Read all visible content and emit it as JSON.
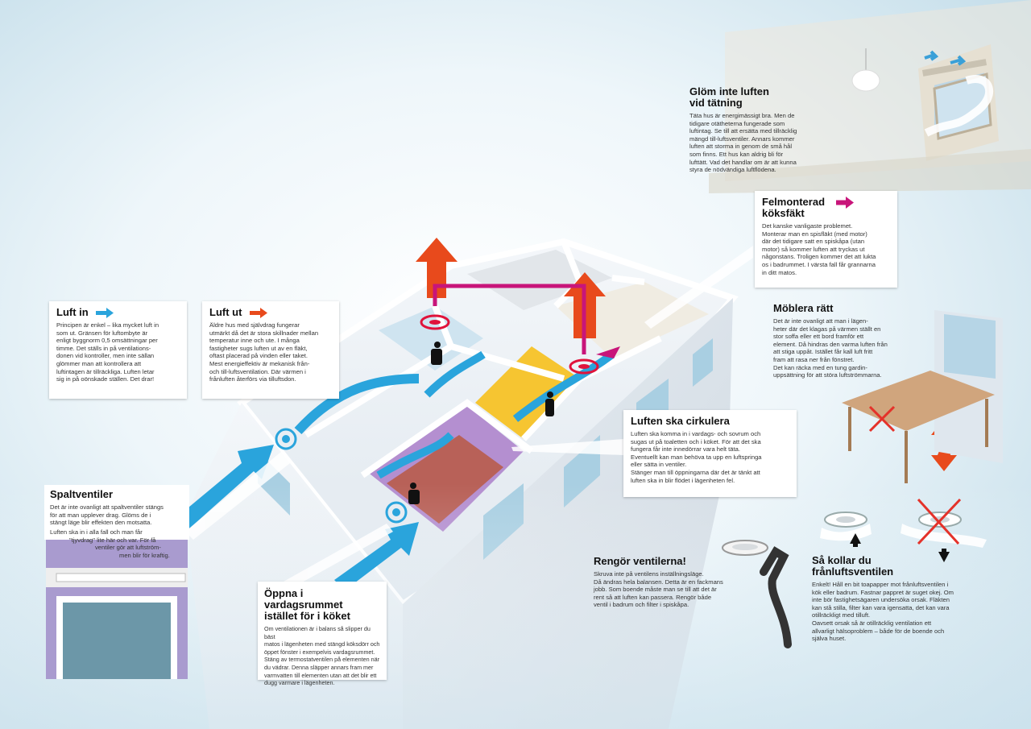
{
  "colors": {
    "air_in": "#2aa4dc",
    "air_out": "#e84a1c",
    "kitchen_fan": "#c8157a",
    "box_bg": "#ffffff"
  },
  "sections": {
    "luft_in": {
      "title": "Luft in",
      "arrow_icon": "blue-arrow-icon",
      "lines": [
        "Principen är enkel – lika mycket luft in",
        "som ut. Gränsen för luftombyte är",
        "enligt byggnorm 0,5 omsättningar per",
        "timme. Det ställs in på ventilations-",
        "donen vid kontroller, men inte sällan",
        "glömmer man att kontrollera att",
        "luftintagen är tillräckliga. Luften letar",
        "sig in på oönskade ställen. Det drar!"
      ]
    },
    "luft_ut": {
      "title": "Luft ut",
      "arrow_icon": "red-arrow-icon",
      "lines": [
        "Äldre hus med självdrag fungerar",
        "utmärkt då det är stora skillnader mellan",
        "temperatur inne och ute. I många",
        "fastigheter sugs luften ut av en fläkt,",
        "oftast placerad på vinden eller taket.",
        "Mest energieffektiv är mekanisk från-",
        "och till-luftsventilation. Där värmen i",
        "frånluften återförs via tilluftsdon."
      ]
    },
    "glom_inte": {
      "title_lines": [
        "Glöm inte luften",
        "vid tätning"
      ],
      "lines": [
        "Täta hus är energimässigt bra. Men de",
        "tidigare otätheterna fungerade som",
        "luftintag. Se till att ersätta med tillräcklig",
        "mängd till-luftsventiler. Annars kommer",
        "luften att storma in genom de små hål",
        "som finns. Ett hus kan aldrig bli för",
        "lufttätt. Vad det handlar om är att kunna",
        "styra de nödvändiga luftflödena."
      ]
    },
    "felmonterad": {
      "title_lines": [
        "Felmonterad",
        "köksfäkt"
      ],
      "arrow_icon": "magenta-arrow-icon",
      "lines": [
        "Det kanske vanligaste problemet.",
        "Monterar man en spisfläkt (med motor)",
        "där det tidigare satt en spiskåpa (utan",
        "motor) så kommer luften att tryckas ut",
        "någonstans. Troligen kommer det att lukta",
        "os i badrummet. I värsta fall får grannarna",
        "in ditt matos."
      ]
    },
    "moblera": {
      "title": "Möblera rätt",
      "lines": [
        "Det är inte ovanligt att man i lägen-",
        "heter där det klagas på värmen ställt en",
        "stor soffa eller ett bord framför ett",
        "element. Då hindras den varma luften från",
        "att stiga uppåt. Istället får kall luft fritt",
        "fram att rasa ner från fönstret.",
        "Det kan räcka med en tung gardin-",
        "uppsättning för att störa luftströmmarna."
      ]
    },
    "cirkulera": {
      "title": "Luften ska cirkulera",
      "lines": [
        "Luften ska komma in i vardags- och sovrum och",
        "sugas ut på toaletten och i köket. För att det ska",
        "fungera får inte innedörrar vara helt täta.",
        "Eventuellt kan man behöva ta upp en luftspringa",
        "eller sätta in ventiler.",
        "Stänger man till öppningarna där det är tänkt att",
        "luften ska in blir flödet i lägenheten fel."
      ]
    },
    "spaltventiler": {
      "title": "Spaltventiler",
      "lines": [
        "Det är inte ovanligt att spaltventiler stängs",
        "för att man upplever drag. Glöms de i",
        "stängt läge blir effekten den motsatta.",
        "Luften ska in i alla fall och man får",
        "\"tjyvdrag\" lite här och var. För få",
        "ventiler gör att luftström-",
        "men blir för kraftig."
      ]
    },
    "oppna": {
      "title_lines": [
        "Öppna i vardagsrummet",
        "istället för i köket"
      ],
      "lines": [
        "Om ventilationen är i balans så slipper du bäst",
        "matos i lägenheten med stängd köksdörr och",
        "öppet fönster i exempelvis vardagsrummet.",
        "Stäng av termostatventilen på elementen när",
        "du vädrar. Denna släpper annars fram mer",
        "varmvatten till elementen utan att det blir ett",
        "dugg varmare i lägenheten."
      ]
    },
    "rengor": {
      "title": "Rengör ventilerna!",
      "lines": [
        "Skruva inte på ventilens inställningsläge.",
        "Då ändras hela balansen. Detta är en fackmans",
        "jobb. Som boende måste man se till att det är",
        "rent så att luften kan passera. Rengör både",
        "ventil i badrum och filter i spiskåpa."
      ]
    },
    "sa_kollar": {
      "title_lines": [
        "Så kollar du",
        "frånluftsventilen"
      ],
      "lines": [
        "Enkelt! Håll en bit toapapper mot frånluftsventilen i",
        "kök eller badrum. Fastnar pappret är suget okej. Om",
        "inte bör fastighetsägaren undersöka orsak. Fläkten",
        "kan stå stilla, filter kan vara igensatta, det kan vara",
        "otillräckligt med tilluft.",
        "Oavsett orsak så är otillräcklig ventilation ett",
        "allvarligt hälsoproblem – både för de boende och",
        "själva huset."
      ]
    }
  }
}
